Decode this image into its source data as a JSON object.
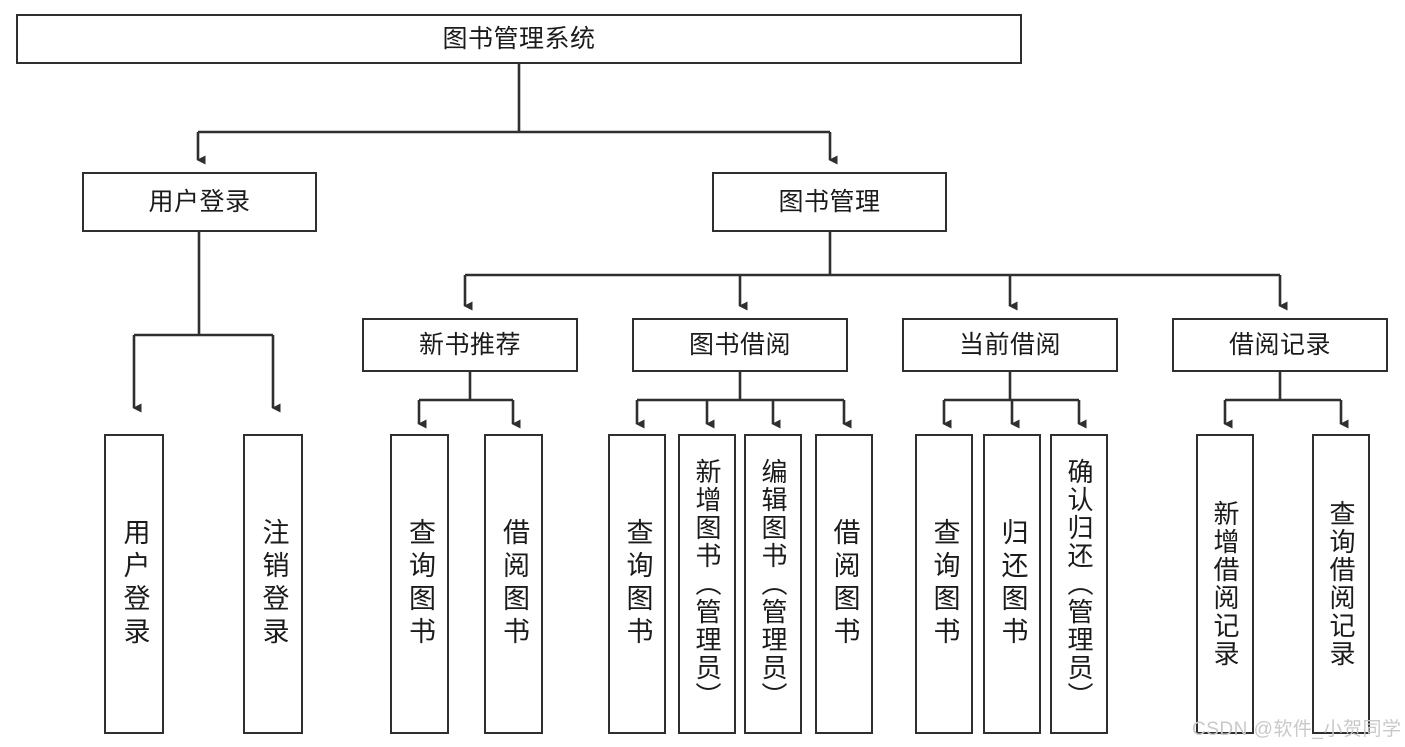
{
  "diagram": {
    "title": "图书管理系统",
    "type": "hierarchy-tree",
    "root": {
      "label": "图书管理系统"
    },
    "level2": [
      {
        "label": "用户登录"
      },
      {
        "label": "图书管理"
      }
    ],
    "level3": [
      {
        "label": "新书推荐"
      },
      {
        "label": "图书借阅"
      },
      {
        "label": "当前借阅"
      },
      {
        "label": "借阅记录"
      }
    ],
    "leaves": {
      "user_login": [
        {
          "label": "用户登录"
        },
        {
          "label": "注销登录"
        }
      ],
      "new_book_recommend": [
        {
          "label": "查询图书"
        },
        {
          "label": "借阅图书"
        }
      ],
      "book_borrow": [
        {
          "label": "查询图书"
        },
        {
          "label": "新增图书（管理员）"
        },
        {
          "label": "编辑图书（管理员）"
        },
        {
          "label": "借阅图书"
        }
      ],
      "current_borrow": [
        {
          "label": "查询图书"
        },
        {
          "label": "归还图书"
        },
        {
          "label": "确认归还（管理员）"
        }
      ],
      "borrow_record": [
        {
          "label": "新增借阅记录"
        },
        {
          "label": "查询借阅记录"
        }
      ]
    }
  },
  "watermark": {
    "text": "CSDN @软件_小贺同学"
  },
  "colors": {
    "stroke": "#2f2f2f",
    "box_fill": "#ffffff",
    "text": "#1b1b1b",
    "watermark": "#c9c9c9",
    "background": "#ffffff"
  }
}
